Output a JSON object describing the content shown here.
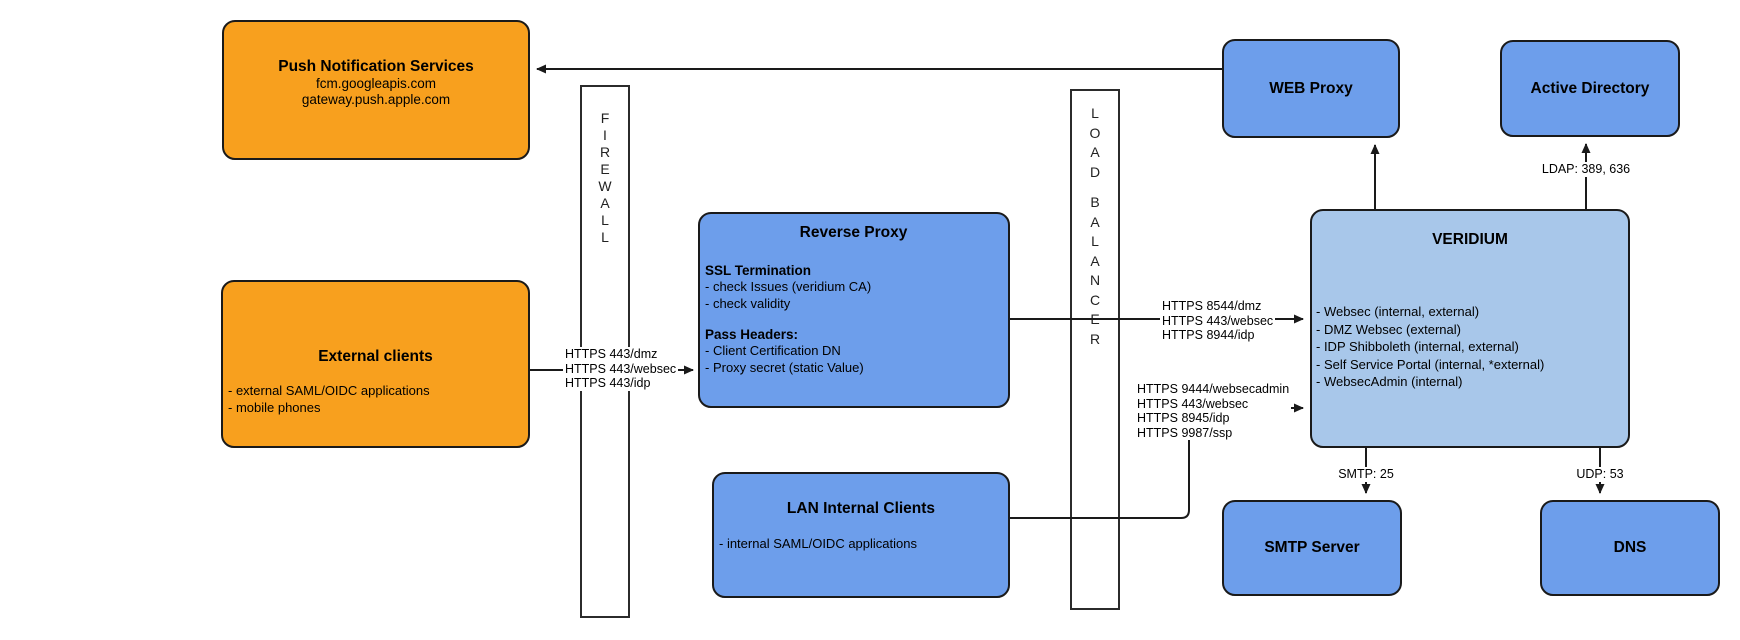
{
  "diagram_title": "Veridium network architecture diagram",
  "colors": {
    "orange_node": "#f8a01e",
    "blue_node": "#6d9eeb",
    "light_blue_node": "#a8c7ea",
    "line": "#1a1a1a",
    "background": "#ffffff"
  },
  "nodes": {
    "push_notification": {
      "title": "Push Notification Services",
      "lines": [
        "fcm.googleapis.com",
        "gateway.push.apple.com"
      ]
    },
    "external_clients": {
      "title": "External clients",
      "bullets": "- external SAML/OIDC applications\n- mobile phones"
    },
    "firewall": {
      "label": "F\nI\nR\nE\nW\nA\nL\nL"
    },
    "reverse_proxy": {
      "title": "Reverse Proxy",
      "ssl_heading": "SSL Termination",
      "ssl_items": "- check Issues (veridium CA)\n- check validity",
      "pass_heading": "Pass Headers:",
      "pass_items": "- Client Certification DN\n- Proxy secret (static Value)"
    },
    "lan_internal_clients": {
      "title": "LAN Internal Clients",
      "bullets": "- internal SAML/OIDC applications"
    },
    "load_balancer": {
      "label_word1": "L\nO\nA\nD",
      "label_word2": "B\nA\nL\nA\nN\nC\nE\nR"
    },
    "web_proxy": {
      "title": "WEB Proxy"
    },
    "active_directory": {
      "title": "Active Directory"
    },
    "veridium": {
      "title": "VERIDIUM",
      "bullets": "- Websec (internal, external)\n- DMZ Websec (external)\n- IDP Shibboleth (internal, external)\n- Self Service Portal (internal, *external)\n- WebsecAdmin (internal)"
    },
    "smtp_server": {
      "title": "SMTP Server"
    },
    "dns": {
      "title": "DNS"
    }
  },
  "edge_labels": {
    "external_to_reverse_proxy": "HTTPS 443/dmz\nHTTPS 443/websec\nHTTPS 443/idp",
    "reverse_proxy_to_veridium": "HTTPS 8544/dmz\nHTTPS 443/websec\nHTTPS 8944/idp",
    "lan_to_veridium": "HTTPS 9444/websecadmin\nHTTPS 443/websec\nHTTPS 8945/idp\nHTTPS 9987/ssp",
    "veridium_to_active_directory": "LDAP: 389, 636",
    "veridium_to_smtp": "SMTP: 25",
    "veridium_to_dns": "UDP: 53"
  }
}
